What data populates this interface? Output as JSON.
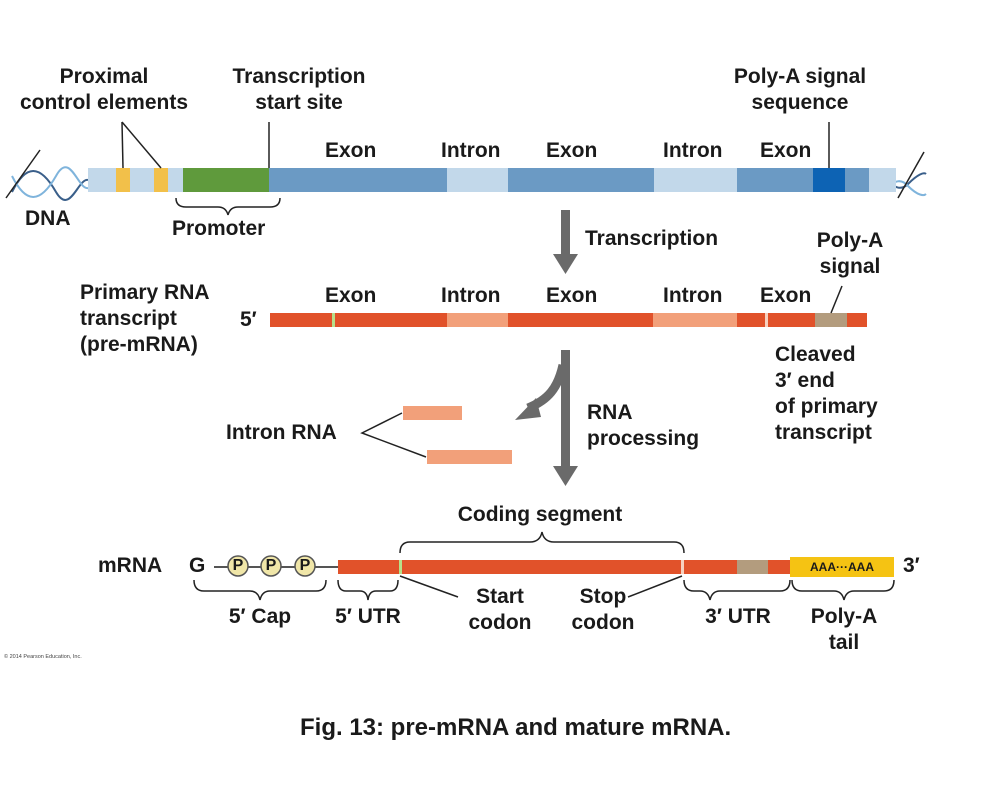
{
  "dna": {
    "label_dna": "DNA",
    "label_proximal": [
      "Proximal",
      "control elements"
    ],
    "label_tss": [
      "Transcription",
      "start site"
    ],
    "label_polya_seq": [
      "Poly-A signal",
      "sequence"
    ],
    "label_promoter": "Promoter",
    "segments": [
      "Exon",
      "Intron",
      "Exon",
      "Intron",
      "Exon"
    ]
  },
  "transcription": {
    "label": "Transcription"
  },
  "pre_mrna": {
    "title": [
      "Primary RNA",
      "transcript",
      "(pre-mRNA)"
    ],
    "five_prime": "5′",
    "segments": [
      "Exon",
      "Intron",
      "Exon",
      "Intron",
      "Exon"
    ],
    "polya_signal": [
      "Poly-A",
      "signal"
    ],
    "cleaved": [
      "Cleaved",
      "3′ end",
      "of primary",
      "transcript"
    ]
  },
  "processing": {
    "label": [
      "RNA",
      "processing"
    ],
    "intron_rna": "Intron RNA"
  },
  "mrna": {
    "label": "mRNA",
    "cap_g": "G",
    "cap_p": [
      "P",
      "P",
      "P"
    ],
    "coding_segment": "Coding segment",
    "polya_text": "AAA···AAA",
    "three_prime": "3′",
    "five_cap": "5′ Cap",
    "five_utr": "5′ UTR",
    "start_codon": [
      "Start",
      "codon"
    ],
    "stop_codon": [
      "Stop",
      "codon"
    ],
    "three_utr": "3′ UTR",
    "polya_tail": [
      "Poly-A",
      "tail"
    ]
  },
  "copyright": "© 2014 Pearson Education, Inc.",
  "caption": "Fig. 13:  pre-mRNA and mature mRNA.",
  "colors": {
    "dna_light": "#c2d8ea",
    "dna_exon": "#6b9ac4",
    "promoter": "#5f9a3c",
    "proximal": "#f2c04a",
    "polya_signal_dna": "#0d63b4",
    "rna_exon": "#e1522a",
    "rna_intron": "#f2a07a",
    "polya_signal_rna": "#b39c7e",
    "polya_tail": "#f5c313",
    "arrow": "#6a6a6a"
  }
}
